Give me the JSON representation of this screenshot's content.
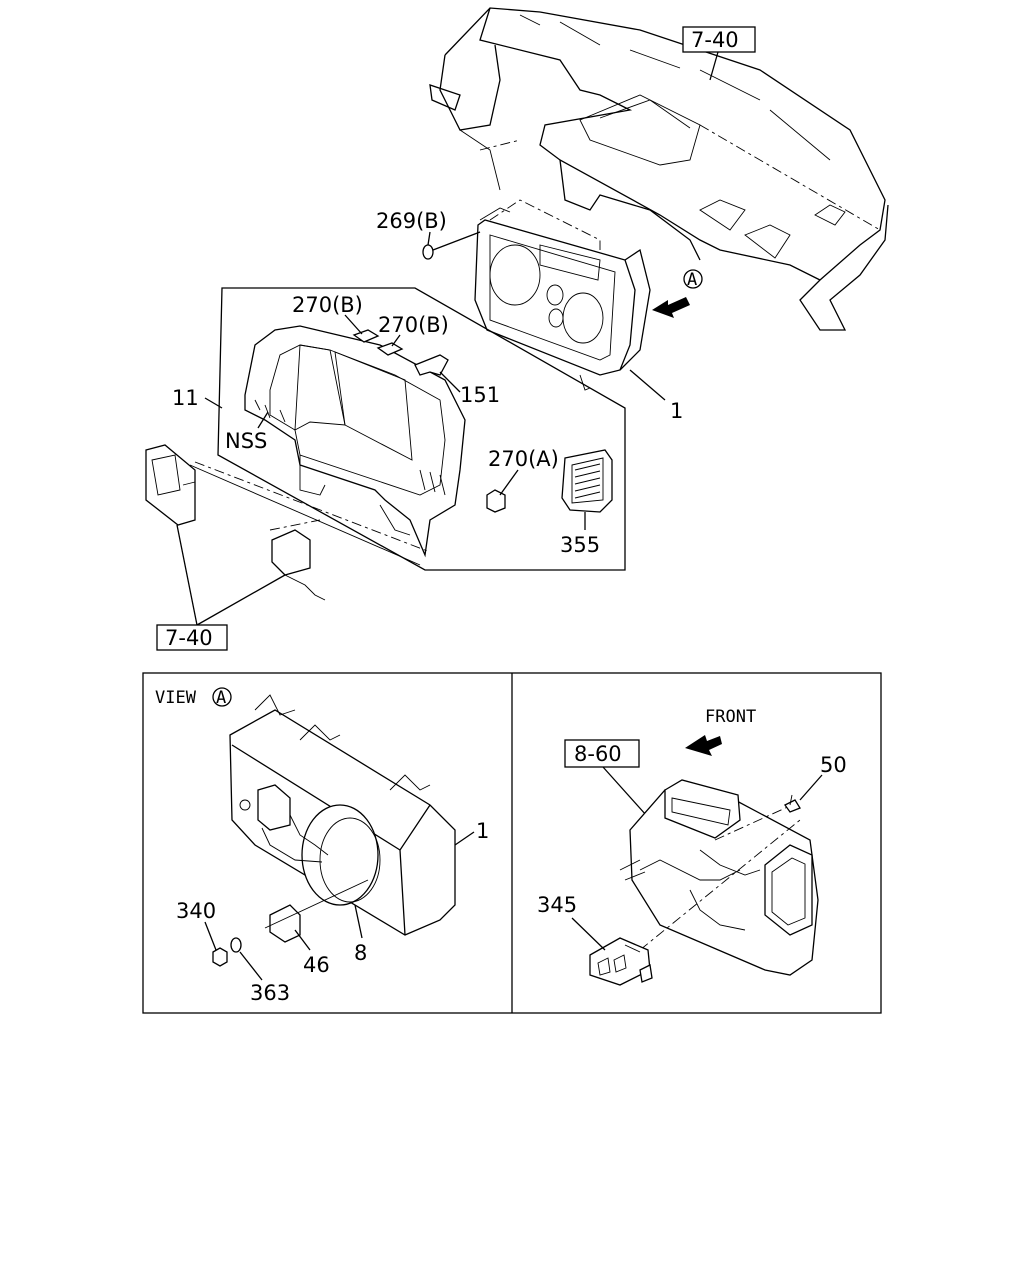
{
  "labels": {
    "ref_740_top": "7-40",
    "ref_740_bottom": "7-40",
    "ref_860": "8-60",
    "p269b": "269(B)",
    "p270b_1": "270(B)",
    "p270b_2": "270(B)",
    "p151": "151",
    "p11": "11",
    "pNSS": "NSS",
    "p270a": "270(A)",
    "p355": "355",
    "p1_top": "1",
    "viewA_marker": "A",
    "view_label": "VIEW",
    "view_circle": "A",
    "p1_view": "1",
    "p340": "340",
    "p46": "46",
    "p8": "8",
    "p363": "363",
    "front": "FRONT",
    "p50": "50",
    "p345": "345"
  }
}
